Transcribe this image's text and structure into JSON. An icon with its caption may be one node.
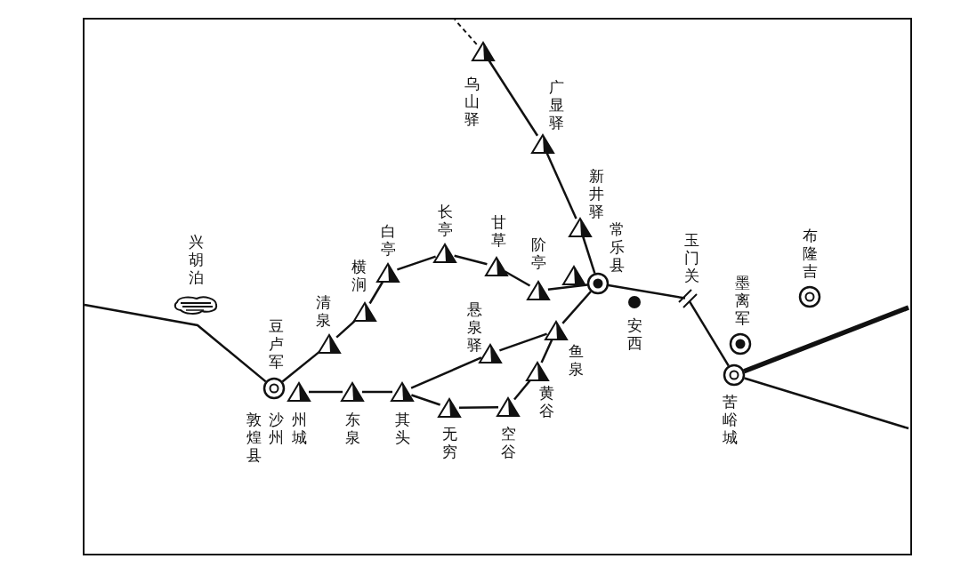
{
  "diagram": {
    "nodes": [
      {
        "text": [
          "兴胡泊"
        ]
      },
      {
        "text": [
          "豆卢军",
          "敦煌县",
          "沙州"
        ]
      },
      {
        "text": [
          "州城"
        ]
      },
      {
        "text": [
          "清泉"
        ]
      },
      {
        "text": [
          "横涧"
        ]
      },
      {
        "text": [
          "白亭"
        ]
      },
      {
        "text": [
          "长亭"
        ]
      },
      {
        "text": [
          "甘草"
        ]
      },
      {
        "text": [
          "阶亭"
        ]
      },
      {
        "text": [],
        "shape": "triangle"
      },
      {
        "text": [
          "常乐县"
        ]
      },
      {
        "text": [
          "新井驿"
        ]
      },
      {
        "text": [
          "广显驿"
        ]
      },
      {
        "text": [
          "乌山驿"
        ]
      },
      {
        "text": [
          "安西"
        ]
      },
      {
        "text": [
          "东泉"
        ]
      },
      {
        "text": [
          "其头"
        ]
      },
      {
        "text": [
          "悬泉驿"
        ]
      },
      {
        "text": [
          "鱼泉"
        ]
      },
      {
        "text": [
          "无穷"
        ]
      },
      {
        "text": [
          "空谷"
        ]
      },
      {
        "text": [
          "黄谷"
        ]
      },
      {
        "text": [
          "玉门关"
        ]
      },
      {
        "text": [
          "苦峪城"
        ]
      },
      {
        "text": [
          "墨离军"
        ]
      },
      {
        "text": [
          "布隆吉"
        ]
      }
    ],
    "edges": [
      {
        "from": null,
        "to": 1,
        "arrow": "none"
      },
      {
        "from": 1,
        "to": 3,
        "arrow": "none"
      },
      {
        "from": 3,
        "to": 4,
        "arrow": "none"
      },
      {
        "from": 4,
        "to": 5,
        "arrow": "none"
      },
      {
        "from": 5,
        "to": 6,
        "arrow": "none"
      },
      {
        "from": 6,
        "to": 7,
        "arrow": "none"
      },
      {
        "from": 7,
        "to": 8,
        "arrow": "none"
      },
      {
        "from": 8,
        "to": 10,
        "arrow": "none"
      },
      {
        "from": 2,
        "to": 15,
        "arrow": "none"
      },
      {
        "from": 15,
        "to": 16,
        "arrow": "none"
      },
      {
        "from": 16,
        "to": 17,
        "arrow": "none"
      },
      {
        "from": 17,
        "to": 18,
        "arrow": "none"
      },
      {
        "from": 18,
        "to": 10,
        "arrow": "none"
      },
      {
        "from": 16,
        "to": 19,
        "arrow": "none"
      },
      {
        "from": 19,
        "to": 20,
        "arrow": "none"
      },
      {
        "from": 20,
        "to": 21,
        "arrow": "none"
      },
      {
        "from": 21,
        "to": 18,
        "arrow": "none"
      },
      {
        "from": 10,
        "to": 11,
        "arrow": "none"
      },
      {
        "from": 11,
        "to": 12,
        "arrow": "none"
      },
      {
        "from": 12,
        "to": 13,
        "arrow": "none"
      },
      {
        "from": 13,
        "to": null,
        "arrow": "none",
        "style": "dashed"
      },
      {
        "from": 10,
        "to": 22,
        "arrow": "none"
      },
      {
        "from": 22,
        "to": 23,
        "arrow": "none"
      },
      {
        "from": 23,
        "to": null,
        "arrow": "none",
        "style": "thick"
      },
      {
        "from": 23,
        "to": null,
        "arrow": "none"
      }
    ]
  }
}
